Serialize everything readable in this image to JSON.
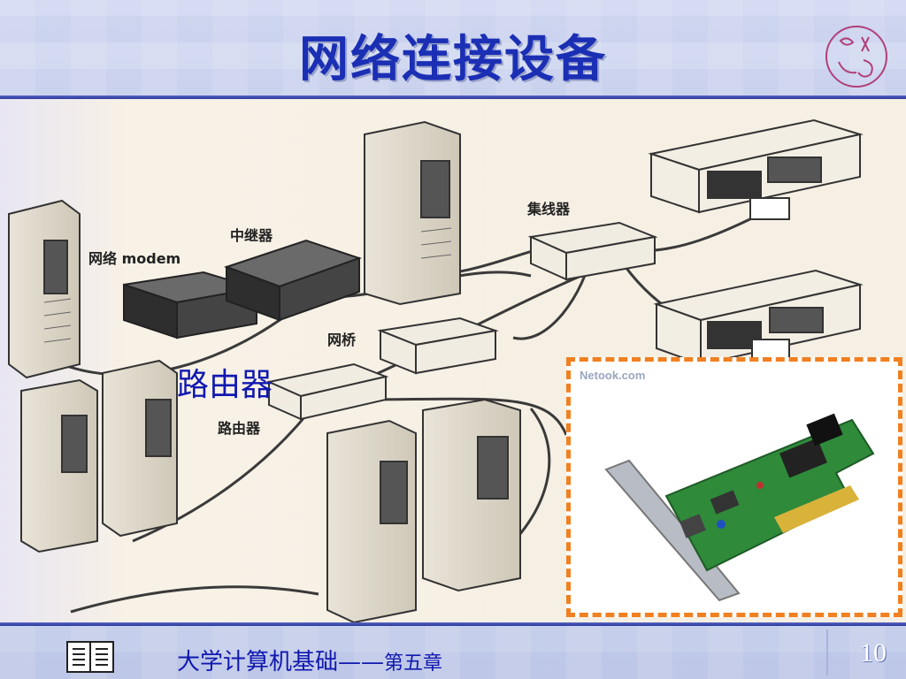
{
  "slide": {
    "title": "网络连接设备",
    "overlay_label": "路由器",
    "watermark": "Netook.com",
    "footer_course": "大学计算机基础",
    "footer_dash": "——",
    "footer_chapter": "第五章",
    "page_number": "10"
  },
  "diagram": {
    "labels": {
      "modem": "网络 modem",
      "repeater": "中继器",
      "hub": "集线器",
      "bridge": "网桥",
      "router": "路由器"
    }
  },
  "colors": {
    "title": "#1b2fb5",
    "frame": "#f08020",
    "rule": "#2a38a0",
    "background": "#c9d2ec"
  },
  "icons": [
    "logo-icon",
    "book-icon"
  ]
}
